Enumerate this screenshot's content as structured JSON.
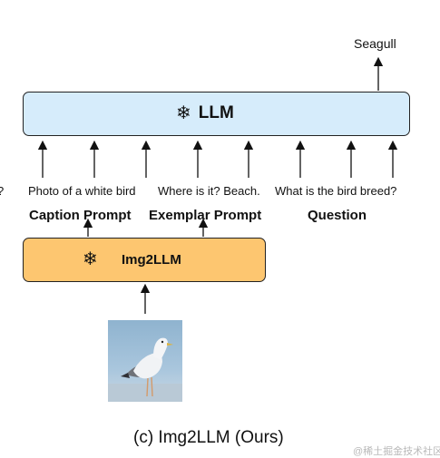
{
  "output_label": "Seagull",
  "llm_box": {
    "icon": "snowflake-icon",
    "snow": "❄",
    "title": "LLM",
    "color": "#d6ecfb"
  },
  "inputs": {
    "edge": "?",
    "caption_text": "Photo of a white bird",
    "exemplar_text": "Where is it? Beach.",
    "question_text": "What is the bird breed?"
  },
  "prompt_labels": {
    "caption": "Caption Prompt",
    "exemplar": "Exemplar Prompt",
    "question": "Question"
  },
  "img2llm_box": {
    "icon": "snowflake-icon",
    "snow": "❄",
    "title": "Img2LLM",
    "color": "#fdc670"
  },
  "image": {
    "subject": "seagull-photo"
  },
  "caption": "(c) Img2LLM (Ours)",
  "watermark": "@稀土掘金技术社区"
}
